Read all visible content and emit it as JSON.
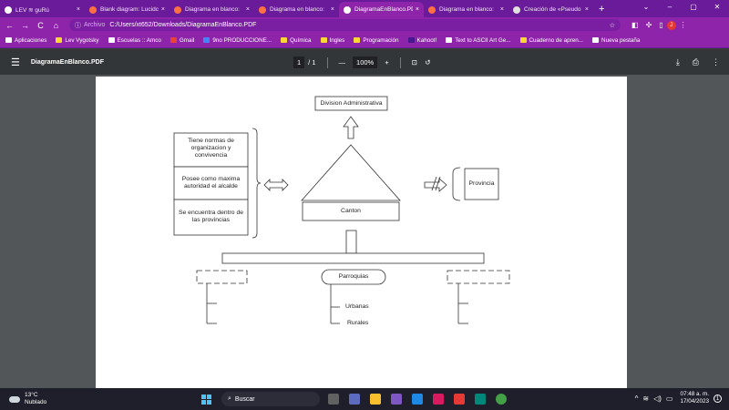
{
  "tabs": [
    {
      "label": "LEV ≋ guRú",
      "icon_color": "#ffffff",
      "active": false
    },
    {
      "label": "Blank diagram: Lucidc",
      "icon_color": "#ff7043",
      "active": false
    },
    {
      "label": "Diagrama en blanco:",
      "icon_color": "#ff7043",
      "active": false
    },
    {
      "label": "Diagrama en blanco:",
      "icon_color": "#ff7043",
      "active": false
    },
    {
      "label": "DiagramaEnBlanco.PD",
      "icon_color": "#ffffff",
      "active": true
    },
    {
      "label": "Diagrama en blanco:",
      "icon_color": "#ff7043",
      "active": false
    },
    {
      "label": "Creación de «Pseudo",
      "icon_color": "#e0e0e0",
      "active": false
    }
  ],
  "tab_close": "×",
  "new_tab": "+",
  "window_controls": {
    "collapse": "⌄",
    "minimize": "–",
    "maximize": "▢",
    "close": "✕"
  },
  "address": {
    "back": "←",
    "forward": "→",
    "reload": "C",
    "home": "⌂",
    "archive_label": "Archivo",
    "url": "C:/Users/xt652/Downloads/DiagramaEnBlanco.PDF",
    "star": "☆",
    "avatar_letter": "J"
  },
  "bookmarks": [
    {
      "label": "Aplicaciones",
      "icon_color": "#ffffff"
    },
    {
      "label": "Lev Vygotsky",
      "icon_color": "#fdd835"
    },
    {
      "label": "Escuelas :: Amco",
      "icon_color": "#ffffff"
    },
    {
      "label": "Gmail",
      "icon_color": "#ea4335"
    },
    {
      "label": "9no PRODUCCIONE...",
      "icon_color": "#4285f4"
    },
    {
      "label": "Química",
      "icon_color": "#fdd835"
    },
    {
      "label": "Ingles",
      "icon_color": "#fdd835"
    },
    {
      "label": "Programación",
      "icon_color": "#fdd835"
    },
    {
      "label": "Kahoot!",
      "icon_color": "#46178f"
    },
    {
      "label": "Text to ASCII Art Ge...",
      "icon_color": "#ffffff"
    },
    {
      "label": "Cuaderno de apren...",
      "icon_color": "#fdd835"
    },
    {
      "label": "Nueva pestaña",
      "icon_color": "#ffffff"
    }
  ],
  "pdf_toolbar": {
    "menu": "☰",
    "filename": "DiagramaEnBlanco.PDF",
    "page_current": "1",
    "page_sep": "/",
    "page_total": "1",
    "zoom_out": "—",
    "zoom": "100%",
    "zoom_in": "+",
    "fit": "⊡",
    "rotate": "↺",
    "download": "⤓",
    "print": "⎙",
    "more": "⋮"
  },
  "diagram": {
    "title_box": "Division Administrativa",
    "left_boxes": [
      "Tiene normas de organizacion y convivencia",
      "Posee como maxima autoridad el alcalde",
      "Se encuentra dentro de las provincias"
    ],
    "canton": "Canton",
    "provincia": "Provincia",
    "parroquias": "Parroquias",
    "urbanas": "Urbanas",
    "rurales": "Rurales"
  },
  "taskbar": {
    "temp": "13°C",
    "weather": "Nublado",
    "search": "Buscar",
    "time": "07:48 a. m.",
    "date": "17/04/2023",
    "tray_up": "^",
    "notif": "1"
  }
}
